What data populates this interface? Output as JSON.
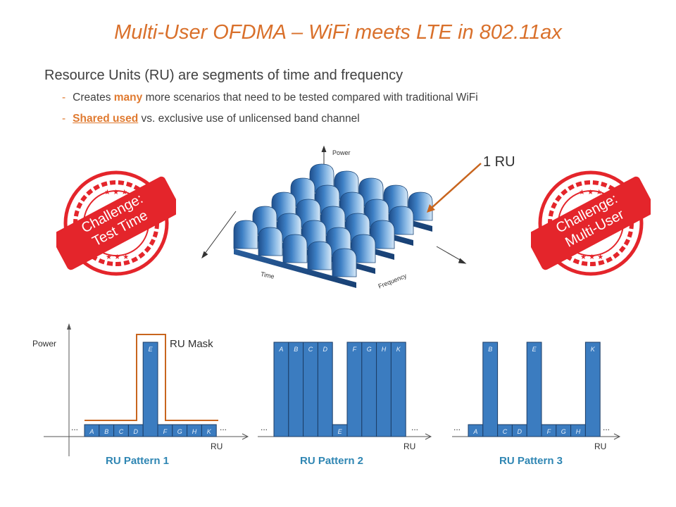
{
  "title": "Multi-User OFDMA – WiFi meets LTE in 802.11ax",
  "lead": "Resource Units (RU) are segments of time and frequency",
  "bullets": {
    "b1_pre": "Creates ",
    "b1_hl": "many",
    "b1_post": " more scenarios that need to be tested compared with traditional WiFi",
    "b2_hl": "Shared used",
    "b2_post": " vs. exclusive  use of unlicensed  band channel"
  },
  "ru_callout": "1 RU",
  "surface": {
    "power_label": "Power",
    "time_label": "Time",
    "frequency_label": "Frequency"
  },
  "stamps": {
    "left": {
      "line1": "Challenge:",
      "line2": "Test Time"
    },
    "right": {
      "line1": "Challenge:",
      "line2": "Multi-User"
    }
  },
  "colors": {
    "title": "#d9702b",
    "stamp_red": "#e4252b",
    "bar_blue": "#3b7cc0",
    "mask_orange": "#c8651e",
    "pattern_label": "#2f86b3"
  },
  "patterns": {
    "power_label": "Power",
    "mask_label": "RU Mask",
    "axis_unit": "RU",
    "ellipsis": "...",
    "p1": {
      "label": "RU Pattern 1",
      "bars": [
        {
          "name": "A",
          "level": "low"
        },
        {
          "name": "B",
          "level": "low"
        },
        {
          "name": "C",
          "level": "low"
        },
        {
          "name": "D",
          "level": "low"
        },
        {
          "name": "E",
          "level": "high"
        },
        {
          "name": "F",
          "level": "low"
        },
        {
          "name": "G",
          "level": "low"
        },
        {
          "name": "H",
          "level": "low"
        },
        {
          "name": "K",
          "level": "low"
        }
      ]
    },
    "p2": {
      "label": "RU Pattern 2",
      "bars": [
        {
          "name": "A",
          "level": "high"
        },
        {
          "name": "B",
          "level": "high"
        },
        {
          "name": "C",
          "level": "high"
        },
        {
          "name": "D",
          "level": "high"
        },
        {
          "name": "E",
          "level": "low"
        },
        {
          "name": "F",
          "level": "high"
        },
        {
          "name": "G",
          "level": "high"
        },
        {
          "name": "H",
          "level": "high"
        },
        {
          "name": "K",
          "level": "high"
        }
      ]
    },
    "p3": {
      "label": "RU Pattern 3",
      "bars": [
        {
          "name": "A",
          "level": "low"
        },
        {
          "name": "B",
          "level": "high"
        },
        {
          "name": "C",
          "level": "low"
        },
        {
          "name": "D",
          "level": "low"
        },
        {
          "name": "E",
          "level": "high"
        },
        {
          "name": "F",
          "level": "low"
        },
        {
          "name": "G",
          "level": "low"
        },
        {
          "name": "H",
          "level": "low"
        },
        {
          "name": "K",
          "level": "high"
        }
      ]
    }
  }
}
